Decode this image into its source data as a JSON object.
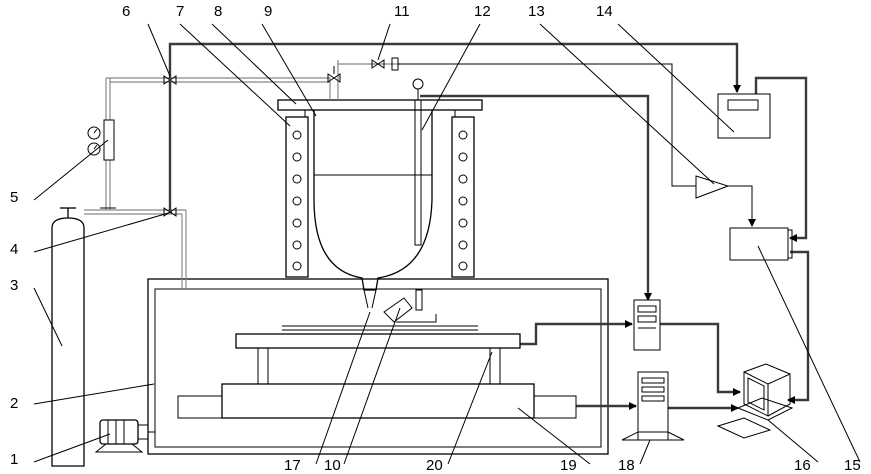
{
  "labels": [
    "1",
    "2",
    "3",
    "4",
    "5",
    "6",
    "7",
    "8",
    "9",
    "10",
    "11",
    "12",
    "13",
    "14",
    "15",
    "16",
    "17",
    "18",
    "19",
    "20"
  ],
  "colors": {
    "line": "#000000",
    "signal": "#3a3a3a",
    "background": "#ffffff"
  }
}
